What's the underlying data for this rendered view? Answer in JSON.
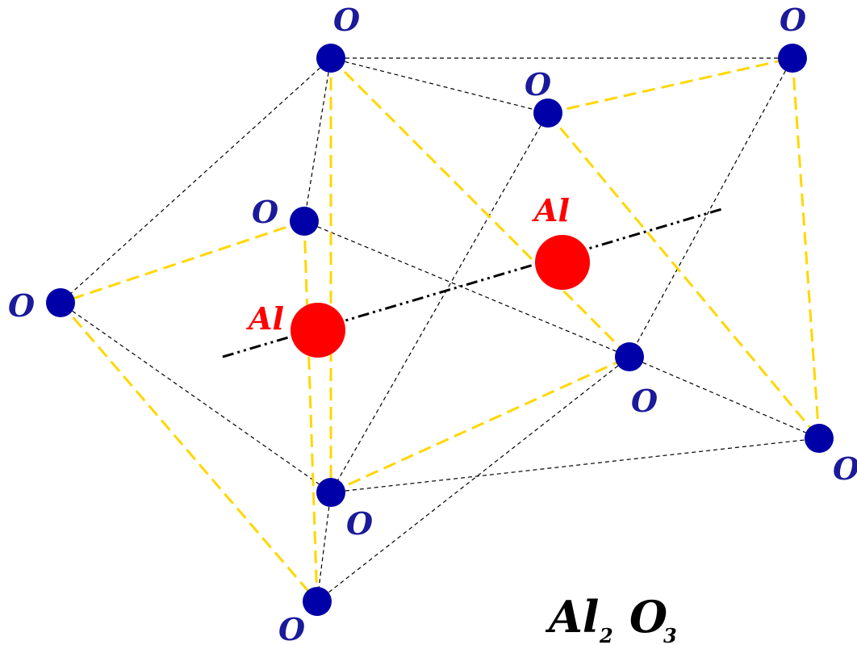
{
  "labels": {
    "oxygen": "O",
    "aluminum": "Al"
  },
  "formula": {
    "al_symbol": "Al",
    "al_subscript": "2",
    "o_symbol": "O",
    "o_subscript": "3"
  },
  "colors": {
    "oxygen_atom": "#0000a8",
    "oxygen_label": "#1a1a9a",
    "aluminum_atom": "#ff0000",
    "aluminum_label": "#ff0000",
    "coordination_bond": "#ffd700",
    "polyhedron_edge": "#000000",
    "symmetry_axis": "#000000",
    "formula_text": "#000000"
  }
}
